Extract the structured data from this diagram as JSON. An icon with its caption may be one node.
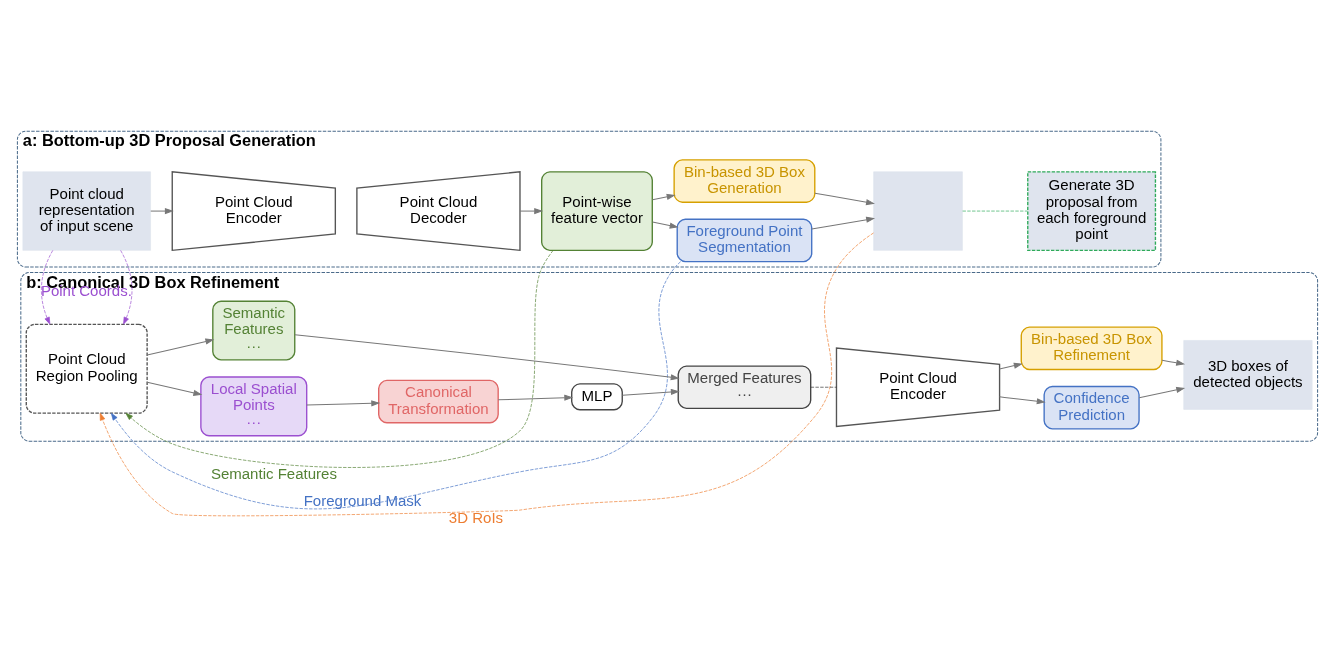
{
  "diagram": {
    "nodes": [
      {
        "text": [
          "a: Bottom-up 3D Proposal Generation"
        ]
      },
      {
        "text": [
          "Point cloud representation of input scene"
        ],
        "in": 0
      },
      {
        "text": [
          "Point Cloud Encoder"
        ],
        "in": 0
      },
      {
        "text": [
          "Point Cloud Decoder"
        ],
        "in": 0
      },
      {
        "text": [
          "Point-wise feature vector"
        ],
        "in": 0
      },
      {
        "text": [
          "Bin-based 3D Box Generation"
        ],
        "in": 0
      },
      {
        "text": [
          "Foreground Point Segmentation"
        ],
        "in": 0
      },
      {
        "text": [],
        "shape": "box",
        "in": 0
      },
      {
        "text": [
          "Generate 3D proposal from each foreground point"
        ],
        "in": 0
      },
      {
        "text": [
          "b: Canonical 3D Box Refinement"
        ]
      },
      {
        "text": [
          "Point Cloud Region Pooling"
        ],
        "in": 9
      },
      {
        "text": [
          "Semantic Features",
          "···"
        ],
        "in": 9
      },
      {
        "text": [
          "Merged Features",
          "···"
        ],
        "in": 9
      },
      {
        "text": [
          "MLP"
        ],
        "in": 9
      },
      {
        "text": [
          "Local Spatial Points",
          "···"
        ],
        "in": 9
      },
      {
        "text": [
          "Canonical Transformation"
        ],
        "in": 9
      },
      {
        "text": [
          "Point Cloud Encoder"
        ],
        "in": 9
      },
      {
        "text": [
          "Bin-based 3D Box Refinement"
        ],
        "in": 9
      },
      {
        "text": [
          "Confidence Prediction"
        ],
        "in": 9
      },
      {
        "text": [
          "3D boxes of detected objects"
        ],
        "in": 9
      }
    ],
    "edges": [
      {
        "from": 1,
        "to": 2,
        "arrow": "to"
      },
      {
        "from": 3,
        "to": 4,
        "arrow": "to"
      },
      {
        "from": 4,
        "to": 5,
        "arrow": "to"
      },
      {
        "from": 4,
        "to": 6,
        "arrow": "to"
      },
      {
        "from": 5,
        "to": 7,
        "arrow": "to"
      },
      {
        "from": 6,
        "to": 7,
        "arrow": "to"
      },
      {
        "from": 7,
        "to": 8,
        "arrow": "none",
        "style": "dashed",
        "color": "#2eaa5a"
      },
      {
        "from": 1,
        "to": 10,
        "arrow": "to",
        "label": "Point Coords.",
        "style": "dashed",
        "color": "#9b4fd0"
      },
      {
        "from": 4,
        "to": 10,
        "arrow": "to",
        "label": "Semantic Features",
        "style": "dashed",
        "color": "#548235"
      },
      {
        "from": 6,
        "to": 10,
        "arrow": "to",
        "label": "Foreground Mask",
        "style": "dashed",
        "color": "#4472c4"
      },
      {
        "from": 7,
        "to": 10,
        "arrow": "to",
        "label": "3D RoIs",
        "style": "dashed",
        "color": "#ed7d31"
      },
      {
        "from": 10,
        "to": 11,
        "arrow": "to"
      },
      {
        "from": 10,
        "to": 14,
        "arrow": "to"
      },
      {
        "from": 11,
        "to": 12,
        "arrow": "to"
      },
      {
        "from": 14,
        "to": 15,
        "arrow": "to"
      },
      {
        "from": 15,
        "to": 13,
        "arrow": "to"
      },
      {
        "from": 13,
        "to": 12,
        "arrow": "to"
      },
      {
        "from": 12,
        "to": 16,
        "arrow": "none",
        "style": "dashed",
        "color": "#333333"
      },
      {
        "from": 16,
        "to": 17,
        "arrow": "to"
      },
      {
        "from": 16,
        "to": 18,
        "arrow": "to"
      },
      {
        "from": 17,
        "to": 19,
        "arrow": "to"
      },
      {
        "from": 18,
        "to": 19,
        "arrow": "to"
      }
    ]
  }
}
